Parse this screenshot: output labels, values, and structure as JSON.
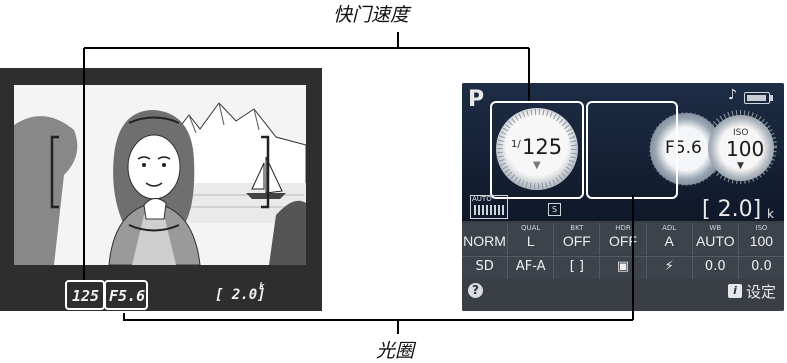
{
  "labels": {
    "shutter_speed": "快门速度",
    "aperture": "光圈"
  },
  "viewfinder": {
    "shutter": "125",
    "aperture": "F5.6",
    "frames": "[ 2.0]",
    "frames_unit": "k"
  },
  "monitor": {
    "mode": "P",
    "shutter_prefix": "1/",
    "shutter": "125",
    "aperture": "F5.6",
    "iso_label": "ISO",
    "iso": "100",
    "frames": "[ 2.0]",
    "frames_unit": "k",
    "area_label": "AUTO",
    "s_badge": "S",
    "row1": [
      {
        "head": "",
        "value": "NORM"
      },
      {
        "head": "QUAL",
        "value": "L"
      },
      {
        "head": "BKT",
        "value": "OFF"
      },
      {
        "head": "HDR",
        "value": "OFF"
      },
      {
        "head": "ADL",
        "value": "A"
      },
      {
        "head": "WB",
        "value": "AUTO"
      },
      {
        "head": "ISO",
        "value": "100"
      }
    ],
    "row2": [
      {
        "value": "SD"
      },
      {
        "value": "AF-A"
      },
      {
        "value": "[ ]"
      },
      {
        "value": "▣"
      },
      {
        "value": "⚡"
      },
      {
        "value": "0.0"
      },
      {
        "value": "0.0"
      }
    ],
    "help": "?",
    "info_badge": "i",
    "settings": "设定"
  },
  "colors": {
    "highlight": "#ffffff",
    "callout_line": "#000000",
    "viewfinder_bg": "#2e2e2e",
    "monitor_bg": "#1a2a42"
  }
}
